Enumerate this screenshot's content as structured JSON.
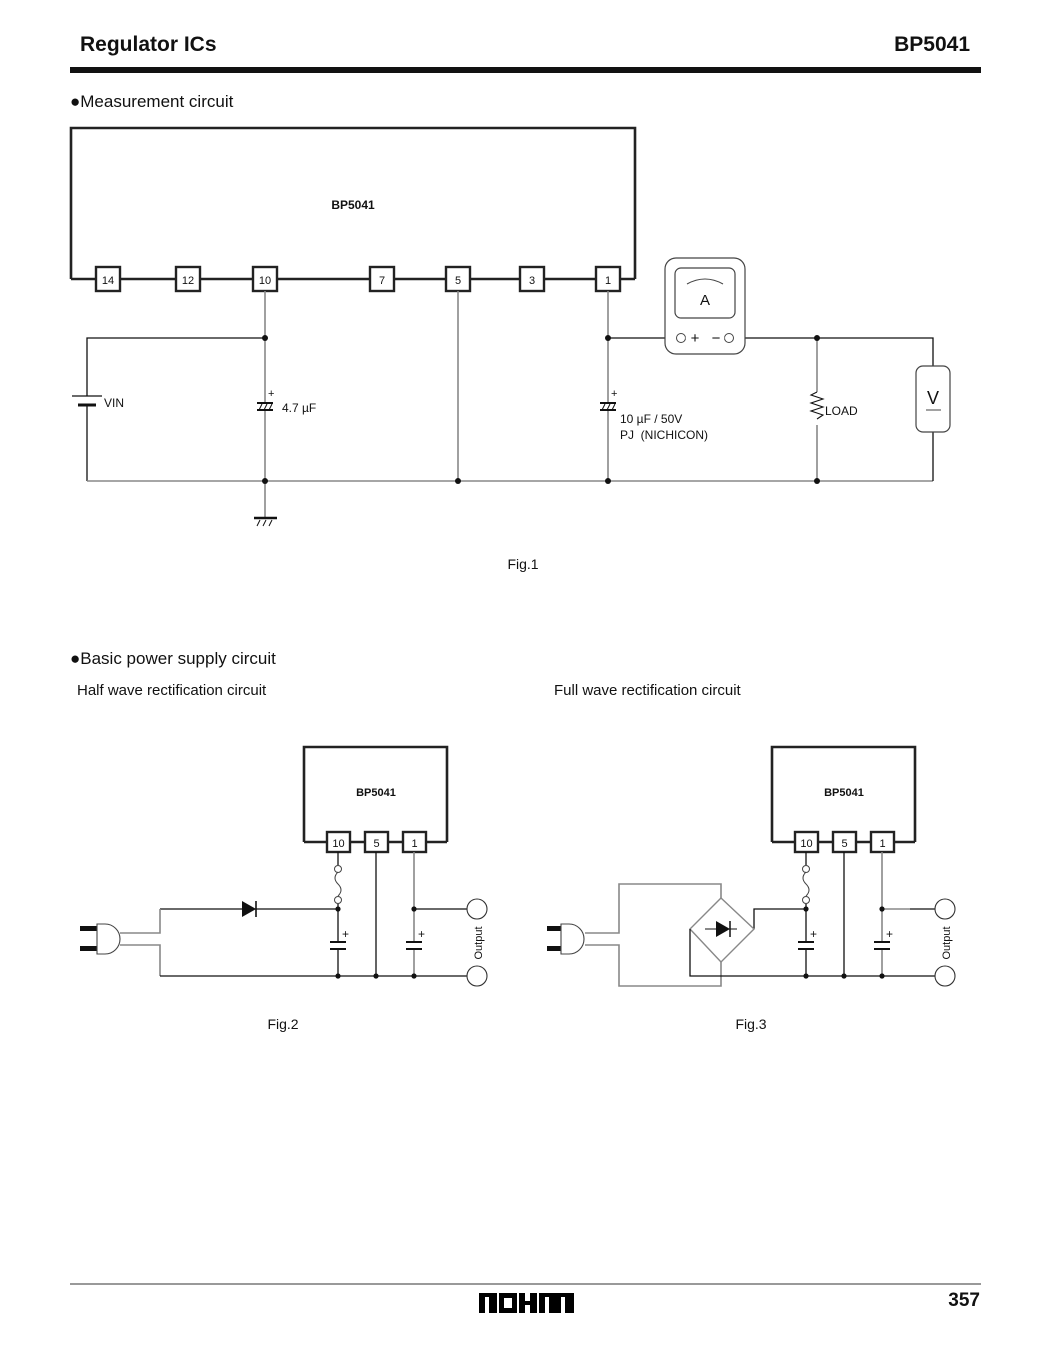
{
  "header": {
    "section": "Regulator ICs",
    "part": "BP5041"
  },
  "measurement": {
    "heading": "●Measurement circuit",
    "ic_label": "BP5041",
    "pins": [
      "14",
      "12",
      "10",
      "7",
      "5",
      "3",
      "1"
    ],
    "vin_label": "VIN",
    "cap_in_label": "4.7 µF",
    "cap_out_label_1": "10 µF / 50V",
    "cap_out_label_2": "PJ  (NICHICON)",
    "plus": "+",
    "ammeter_label": "A",
    "ammeter_plus": "+",
    "ammeter_minus": "−",
    "load_label": "LOAD",
    "voltmeter_label": "V",
    "caption": "Fig.1"
  },
  "basic": {
    "heading": "●Basic power supply circuit",
    "half_title": "Half wave rectification circuit",
    "full_title": "Full wave rectification circuit",
    "ic_label": "BP5041",
    "pins": [
      "10",
      "5",
      "1"
    ],
    "plus": "+",
    "output_label": "Output",
    "fig2_caption": "Fig.2",
    "fig3_caption": "Fig.3"
  },
  "footer": {
    "logo": "ROHM",
    "page_number": "357"
  }
}
